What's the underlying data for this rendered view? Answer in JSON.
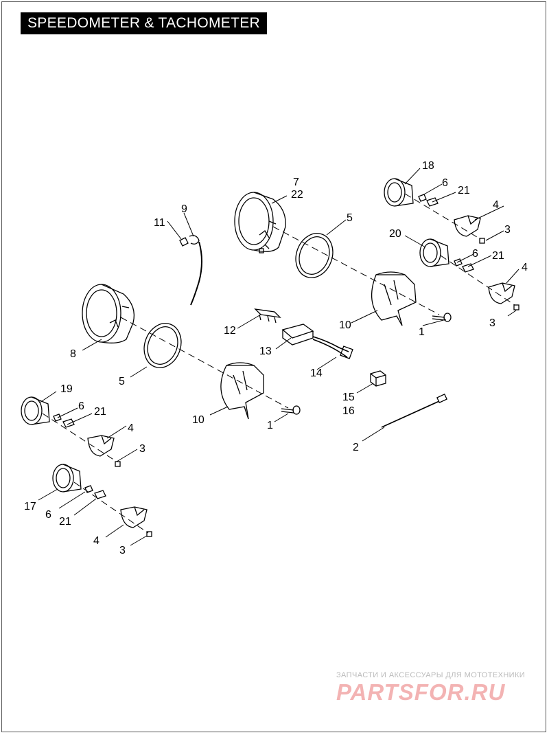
{
  "title": "SPEEDOMETER & TACHOMETER",
  "callouts": [
    {
      "id": "c-1a",
      "text": "1"
    },
    {
      "id": "c-1b",
      "text": "1"
    },
    {
      "id": "c-2",
      "text": "2"
    },
    {
      "id": "c-3a",
      "text": "3"
    },
    {
      "id": "c-3b",
      "text": "3"
    },
    {
      "id": "c-3c",
      "text": "3"
    },
    {
      "id": "c-3d",
      "text": "3"
    },
    {
      "id": "c-4a",
      "text": "4"
    },
    {
      "id": "c-4b",
      "text": "4"
    },
    {
      "id": "c-4c",
      "text": "4"
    },
    {
      "id": "c-4d",
      "text": "4"
    },
    {
      "id": "c-5a",
      "text": "5"
    },
    {
      "id": "c-5b",
      "text": "5"
    },
    {
      "id": "c-6a",
      "text": "6"
    },
    {
      "id": "c-6b",
      "text": "6"
    },
    {
      "id": "c-6c",
      "text": "6"
    },
    {
      "id": "c-6d",
      "text": "6"
    },
    {
      "id": "c-7",
      "text": "7"
    },
    {
      "id": "c-22",
      "text": "22"
    },
    {
      "id": "c-8",
      "text": "8"
    },
    {
      "id": "c-9",
      "text": "9"
    },
    {
      "id": "c-10a",
      "text": "10"
    },
    {
      "id": "c-10b",
      "text": "10"
    },
    {
      "id": "c-11",
      "text": "11"
    },
    {
      "id": "c-12",
      "text": "12"
    },
    {
      "id": "c-13",
      "text": "13"
    },
    {
      "id": "c-14",
      "text": "14"
    },
    {
      "id": "c-15",
      "text": "15"
    },
    {
      "id": "c-16",
      "text": "16"
    },
    {
      "id": "c-17",
      "text": "17"
    },
    {
      "id": "c-18",
      "text": "18"
    },
    {
      "id": "c-19",
      "text": "19"
    },
    {
      "id": "c-20",
      "text": "20"
    },
    {
      "id": "c-21a",
      "text": "21"
    },
    {
      "id": "c-21b",
      "text": "21"
    },
    {
      "id": "c-21c",
      "text": "21"
    },
    {
      "id": "c-21d",
      "text": "21"
    }
  ],
  "watermark": {
    "tagline": "ЗАПЧАСТИ И АКСЕССУАРЫ ДЛЯ МОТОТЕХНИКИ",
    "logo": "PARTSFOR.RU"
  }
}
